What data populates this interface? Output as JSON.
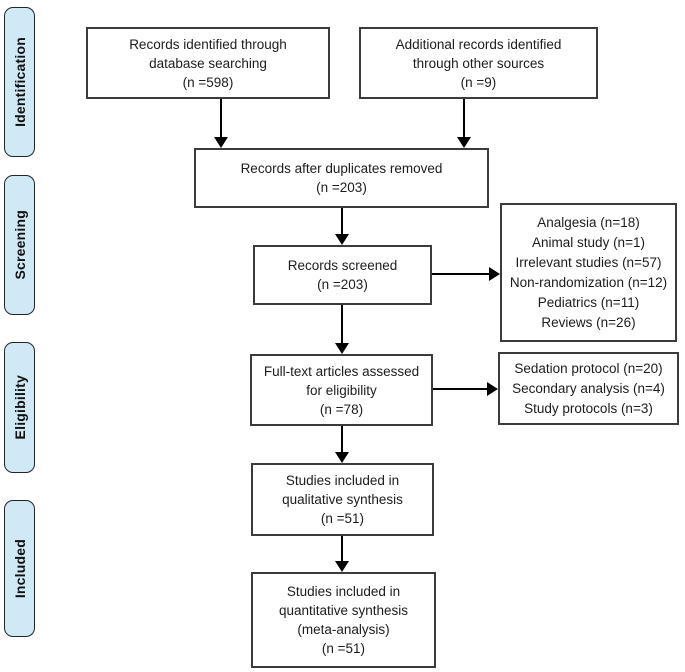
{
  "sidebar": {
    "identification": "Identification",
    "screening": "Screening",
    "eligibility": "Eligibility",
    "included": "Included"
  },
  "flow": {
    "records_identified": "Records identified through\ndatabase searching\n(n =598)",
    "additional_records": "Additional records identified\nthrough other sources\n(n =9)",
    "duplicates_removed": "Records after duplicates removed\n(n =203)",
    "records_screened": "Records screened\n(n =203)",
    "screening_exclusions": "Analgesia (n=18)\nAnimal study (n=1)\nIrrelevant studies (n=57)\nNon-randomization (n=12)\nPediatrics (n=11)\nReviews (n=26)",
    "fulltext_assessed": "Full-text articles assessed\nfor eligibility\n(n =78)",
    "fulltext_exclusions": "Sedation protocol (n=20)\nSecondary analysis (n=4)\nStudy protocols (n=3)",
    "qualitative_synthesis": "Studies included in\nqualitative synthesis\n(n =51)",
    "quantitative_synthesis": "Studies included in\nquantitative synthesis\n(meta-analysis)\n(n =51)"
  },
  "colors": {
    "stage_fill": "#cfe9f7",
    "box_border": "#3b3b3b",
    "stage_border": "#242424",
    "arrow": "#000000",
    "text": "#1c1c1c",
    "background": "#ffffff"
  }
}
